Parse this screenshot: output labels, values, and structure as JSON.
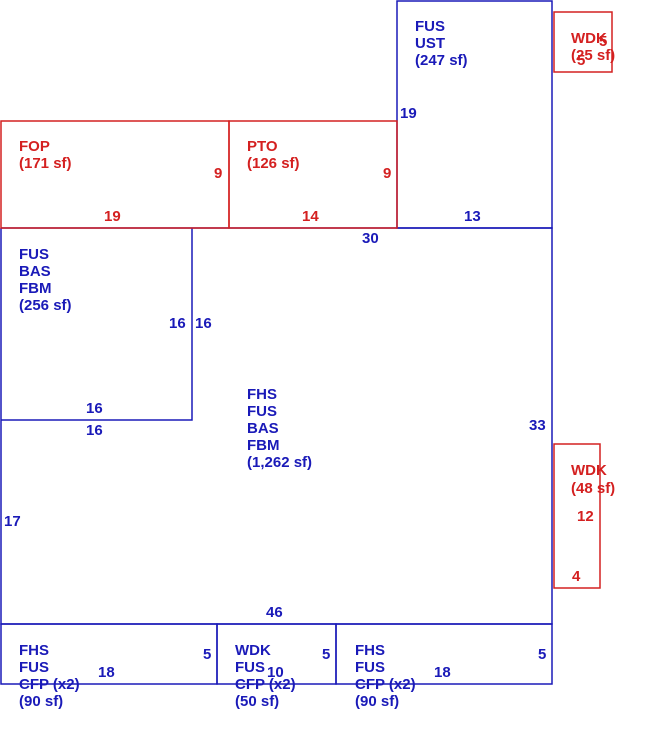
{
  "colors": {
    "living": "#1a1ab8",
    "exterior": "#d42020"
  },
  "areas": {
    "fus_ust": {
      "lines": [
        "FUS",
        "UST",
        "(247 sf)"
      ]
    },
    "wdk_top": {
      "lines": [
        "WDK",
        "(25 sf)"
      ],
      "dims": [
        "5",
        "5"
      ]
    },
    "fop": {
      "lines": [
        "FOP",
        "(171 sf)"
      ],
      "dims": [
        "9",
        "19"
      ]
    },
    "pto": {
      "lines": [
        "PTO",
        "(126 sf)"
      ],
      "dims": [
        "9",
        "14"
      ]
    },
    "ust_dims": {
      "side": "19",
      "bottom": "13"
    },
    "main_top_dim": "30",
    "fbm_left": {
      "lines": [
        "FUS",
        "BAS",
        "FBM",
        "(256 sf)"
      ],
      "dims": [
        "16",
        "16",
        "16",
        "16"
      ]
    },
    "main": {
      "lines": [
        "FHS",
        "FUS",
        "BAS",
        "FBM",
        "(1,262 sf)"
      ],
      "dims": [
        "33",
        "17",
        "46"
      ]
    },
    "wdk_right": {
      "lines": [
        "WDK",
        "(48 sf)"
      ],
      "dims": [
        "12",
        "4"
      ]
    },
    "cfp_left": {
      "lines": [
        "FHS",
        "FUS",
        "CFP (x2)",
        "(90 sf)"
      ],
      "dims": [
        "18",
        "5"
      ]
    },
    "wdk_bottom": {
      "lines": [
        "WDK",
        "FUS",
        "CFP (x2)",
        "(50 sf)"
      ],
      "dims": [
        "10",
        "5"
      ]
    },
    "cfp_right": {
      "lines": [
        "FHS",
        "FUS",
        "CFP (x2)",
        "(90 sf)"
      ],
      "dims": [
        "18",
        "5"
      ]
    }
  }
}
